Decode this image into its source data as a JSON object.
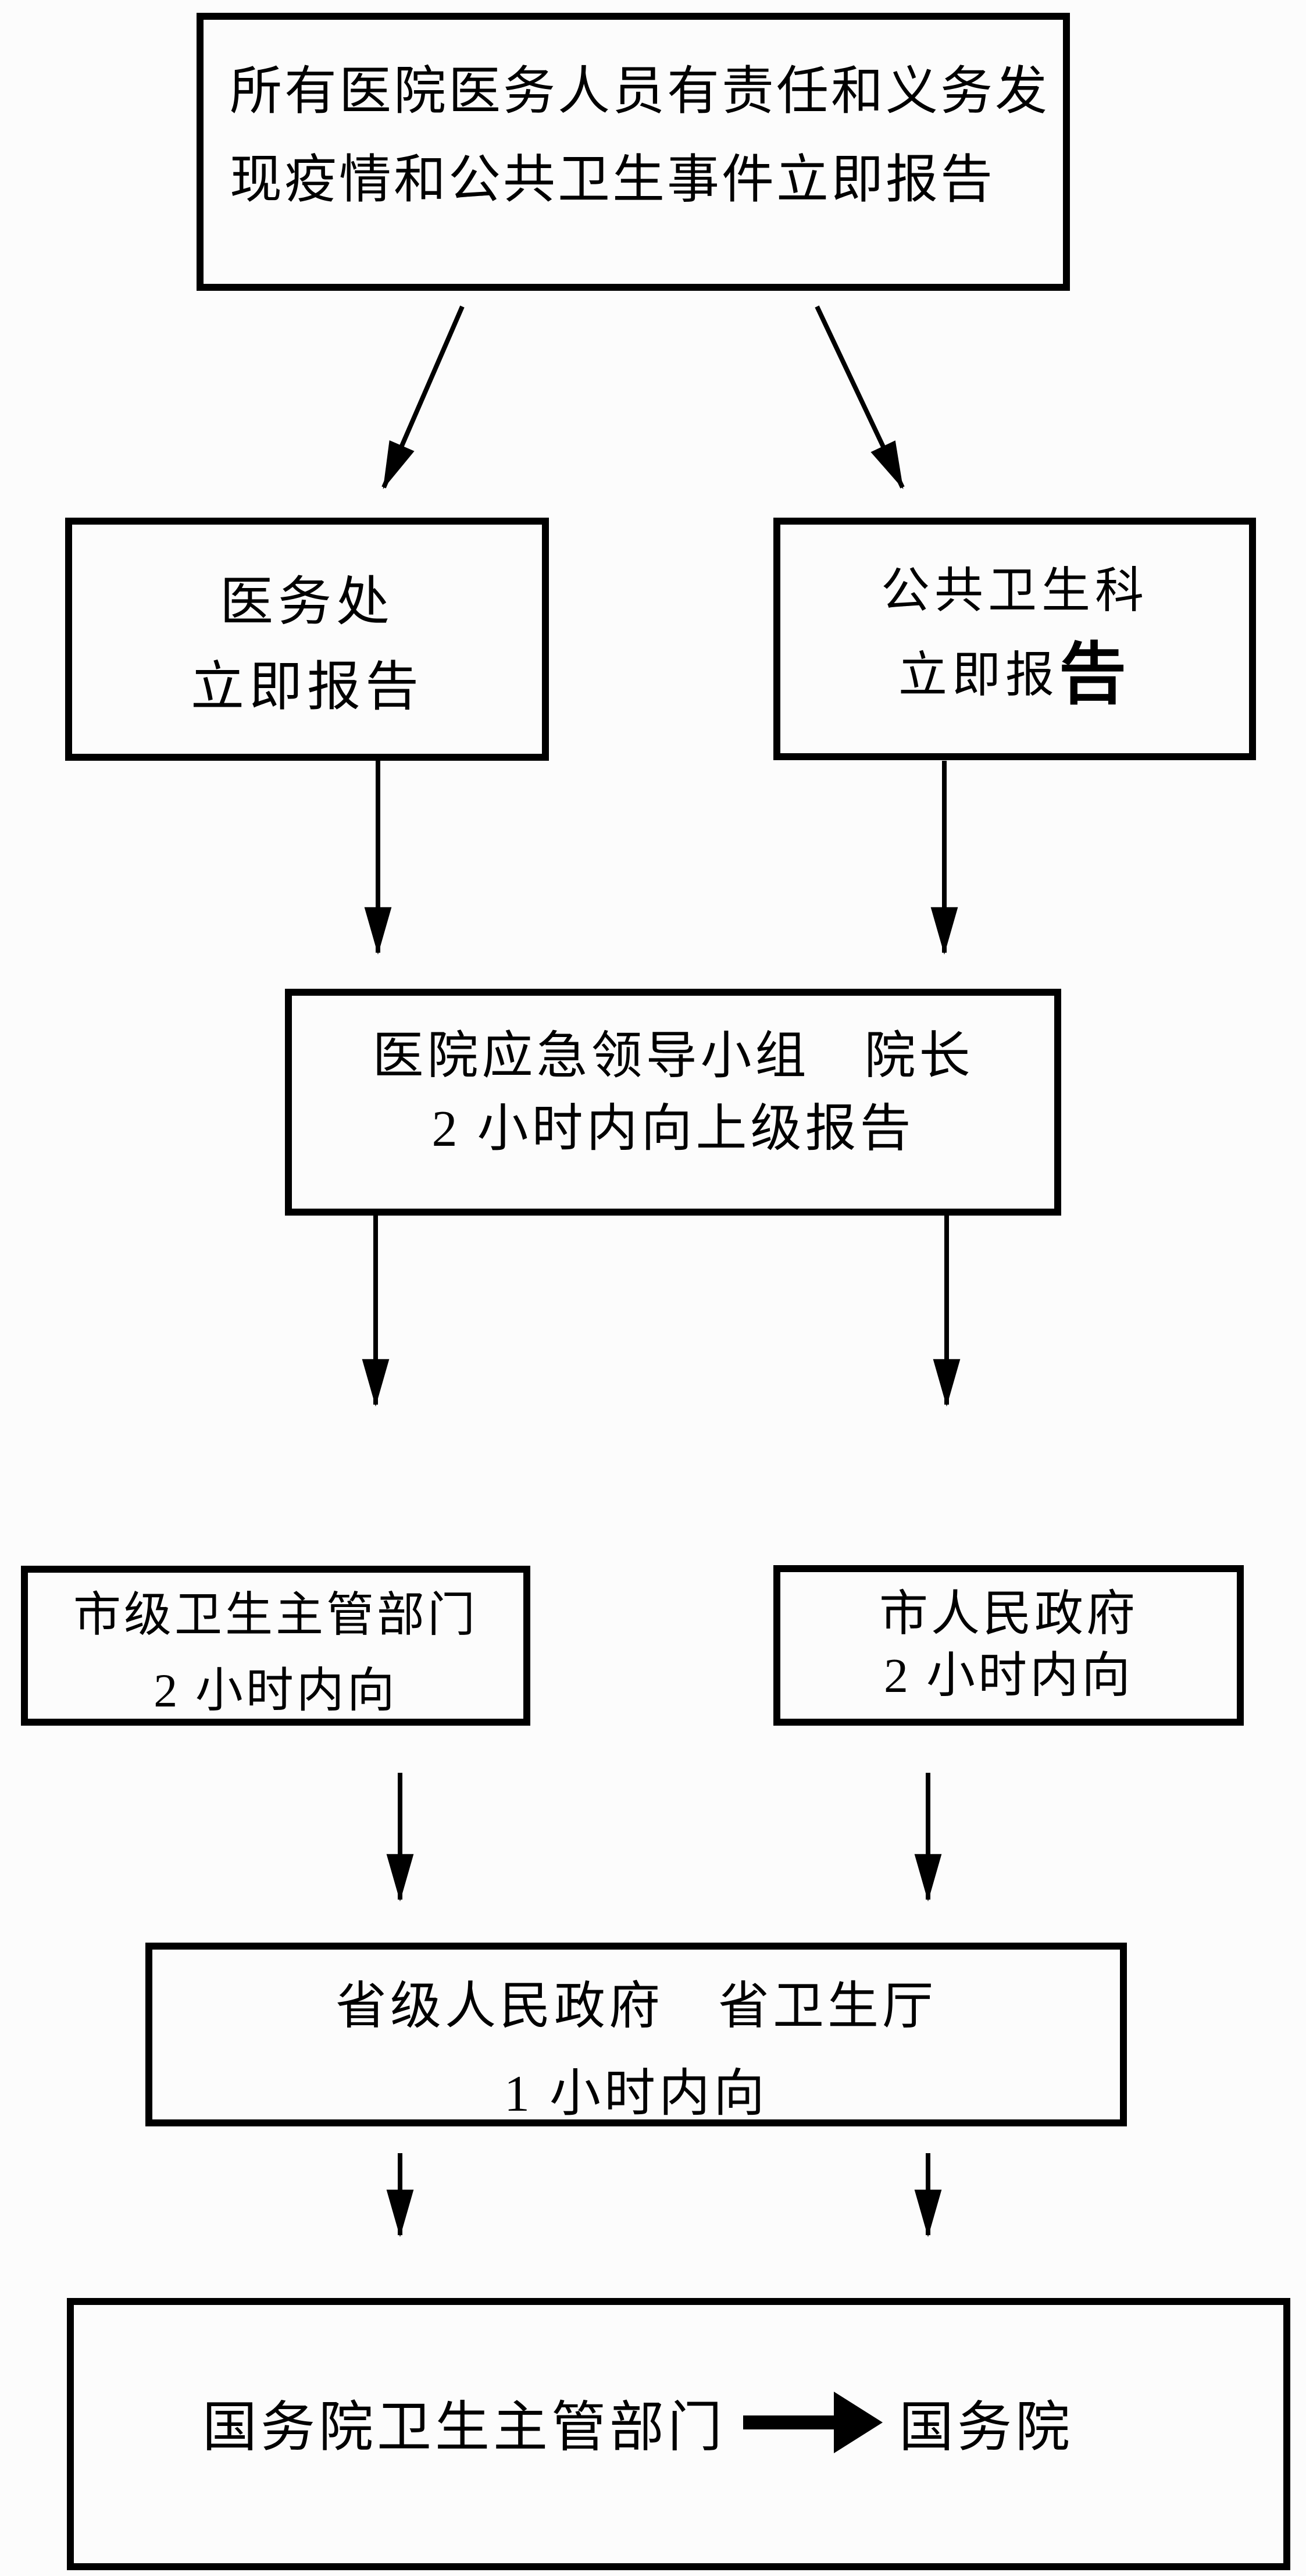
{
  "page": {
    "type": "flowchart",
    "background_color": "#fcfcfc",
    "ink_color": "#000000"
  },
  "nodes": {
    "staff_duty": {
      "line1": "所有医院医务人员有责任和义务发",
      "line2": "现疫情和公共卫生事件立即报告"
    },
    "medical_affairs": {
      "line1": "医务处",
      "line2": "立即报告"
    },
    "public_health": {
      "line1": "公共卫生科",
      "line2_prefix": "立即报",
      "line2_large": "告"
    },
    "emergency_group": {
      "line1": "医院应急领导小组　院长",
      "line2": "2 小时内向上级报告"
    },
    "municipal_health_dept": {
      "line1": "市级卫生主管部门",
      "line2": "2 小时内向"
    },
    "municipal_government": {
      "line1": "市人民政府",
      "line2": "2 小时内向"
    },
    "provincial": {
      "line1": "省级人民政府　省卫生厅",
      "line2": "1 小时内向"
    },
    "state_council_dept": {
      "label": "国务院卫生主管部门"
    },
    "state_council": {
      "label": "国务院"
    }
  },
  "flow": [
    "所有医院医务人员有责任和义务发现疫情和公共卫生事件立即报告 → 医务处（立即报告）",
    "所有医院医务人员有责任和义务发现疫情和公共卫生事件立即报告 → 公共卫生科（立即报告）",
    "医务处 → 医院应急领导小组 院长（2 小时内向上级报告）",
    "公共卫生科 → 医院应急领导小组 院长（2 小时内向上级报告）",
    "医院应急领导小组 → 市级卫生主管部门（2 小时内向）",
    "医院应急领导小组 → 市人民政府（2 小时内向）",
    "市级卫生主管部门 → 省级人民政府 省卫生厅（1 小时内向）",
    "市人民政府 → 省级人民政府 省卫生厅（1 小时内向）",
    "省级人民政府 省卫生厅 → 国务院卫生主管部门",
    "国务院卫生主管部门 → 国务院"
  ]
}
